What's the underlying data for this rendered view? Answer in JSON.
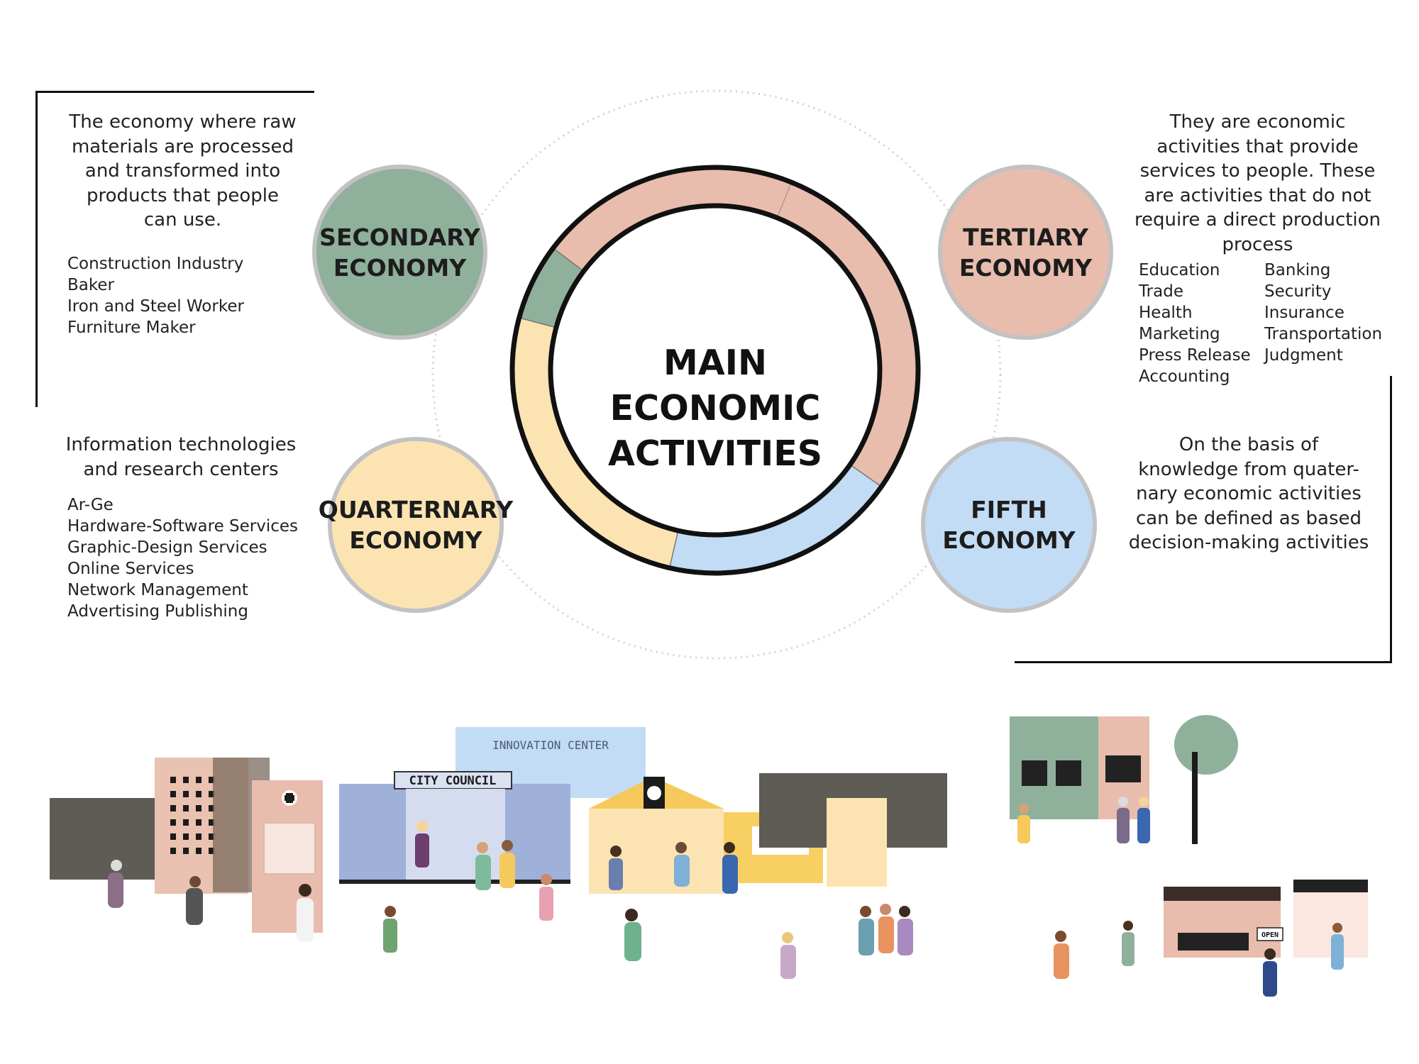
{
  "center": {
    "title": "MAIN ECONOMIC\nACTIVITIES"
  },
  "secondary": {
    "label": "SECONDARY\nECONOMY",
    "description": "The economy where raw materials are processed and transformed into products that people can use.",
    "examples": [
      "Construction Industry",
      "Baker",
      "Iron and Steel Worker",
      "Furniture Maker"
    ],
    "color": "#8fb09b"
  },
  "tertiary": {
    "label": "TERTIARY\nECONOMY",
    "description": "They are economic activities that provide services to people. These are activities that do not require a direct production process",
    "examples_left": [
      "Education",
      "Trade",
      "Health",
      "Marketing",
      "Press Release",
      "Accounting"
    ],
    "examples_right": [
      "Banking",
      "Security",
      "Insurance",
      "Transportation",
      "Judgment"
    ],
    "color": "#e8bdad"
  },
  "quarternary": {
    "label": "QUARTERNARY\nECONOMY",
    "description": "Information technologies and research centers",
    "examples": [
      "Ar-Ge",
      "Hardware-Software Services",
      "Graphic-Design Services",
      "Online Services",
      "Network Management",
      "Advertising Publishing"
    ],
    "color": "#fce4b2"
  },
  "fifth": {
    "label": "FIFTH\nECONOMY",
    "description": "On the basis of knowledge from quater-nary economic activities can be defined as based decision-making activities",
    "color": "#c2dcf6"
  },
  "illustration": {
    "innovation_center": "INNOVATION CENTER",
    "city_council": "CITY COUNCIL",
    "shop_sign": "OPEN"
  }
}
